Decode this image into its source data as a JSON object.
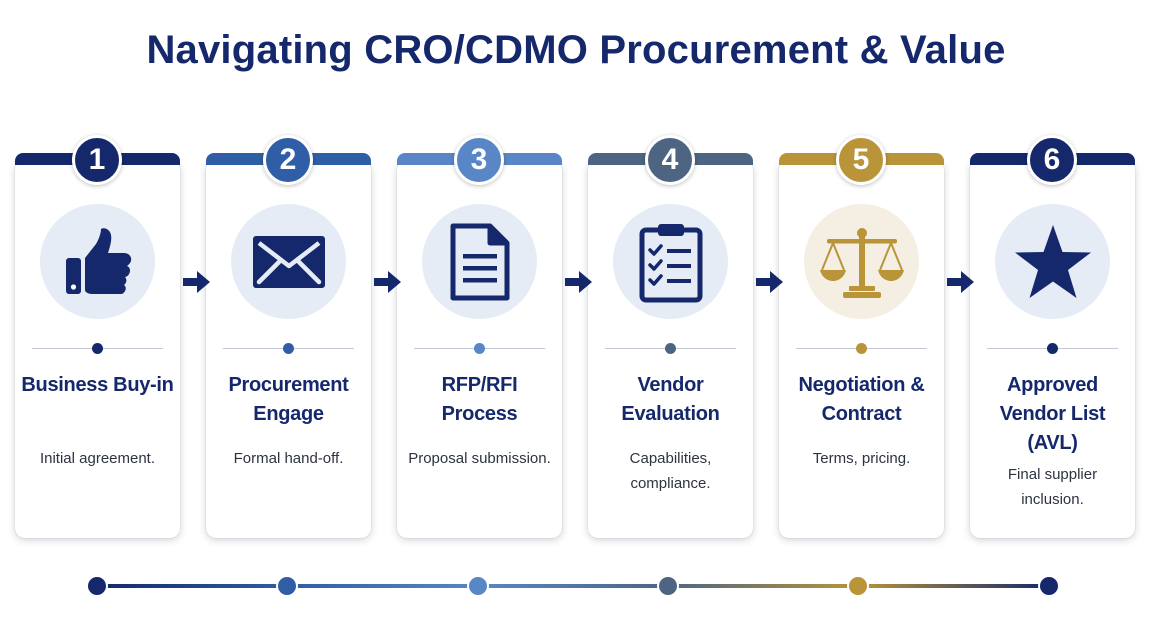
{
  "title": "Navigating CRO/CDMO Procurement & Value",
  "colors": {
    "navy": "#15286b",
    "blue": "#2f5ea6",
    "lightblue": "#5886c6",
    "slate": "#4d6583",
    "gold": "#b99439",
    "icon_bg": "#e6ecf6",
    "icon_bg_gold": "#f5efe3"
  },
  "steps": [
    {
      "number": "1",
      "title": "Business Buy-in",
      "description": "Initial agreement.",
      "icon": "thumbs-up-icon",
      "color": "#15286b"
    },
    {
      "number": "2",
      "title": "Procurement Engage",
      "description": "Formal hand-off.",
      "icon": "envelope-icon",
      "color": "#2f5ea6"
    },
    {
      "number": "3",
      "title": "RFP/RFI Process",
      "description": "Proposal submission.",
      "icon": "document-icon",
      "color": "#5886c6"
    },
    {
      "number": "4",
      "title": "Vendor Evaluation",
      "description": "Capabilities, compliance.",
      "icon": "checklist-icon",
      "color": "#4d6583"
    },
    {
      "number": "5",
      "title": "Negotiation & Contract",
      "description": "Terms, pricing.",
      "icon": "scales-icon",
      "color": "#b99439"
    },
    {
      "number": "6",
      "title": "Approved Vendor List (AVL)",
      "description": "Final supplier inclusion.",
      "icon": "star-icon",
      "color": "#15286b"
    }
  ]
}
